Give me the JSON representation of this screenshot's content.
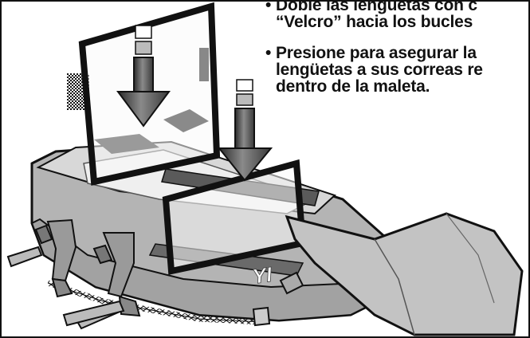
{
  "instructions": [
    {
      "lines": [
        "Doble las lengüetas con c",
        "“Velcro” hacia los bucles"
      ]
    },
    {
      "lines": [
        "Presione para asegurar la",
        "lengüetas a sus correas re",
        "dentro de la maleta."
      ]
    }
  ],
  "bag_logo": "YI",
  "colors": {
    "bag_fill": "#b4b4b4",
    "bag_shadow": "#8c8c8c",
    "outline": "#111111",
    "flap_fill": "#c3c3c3"
  }
}
